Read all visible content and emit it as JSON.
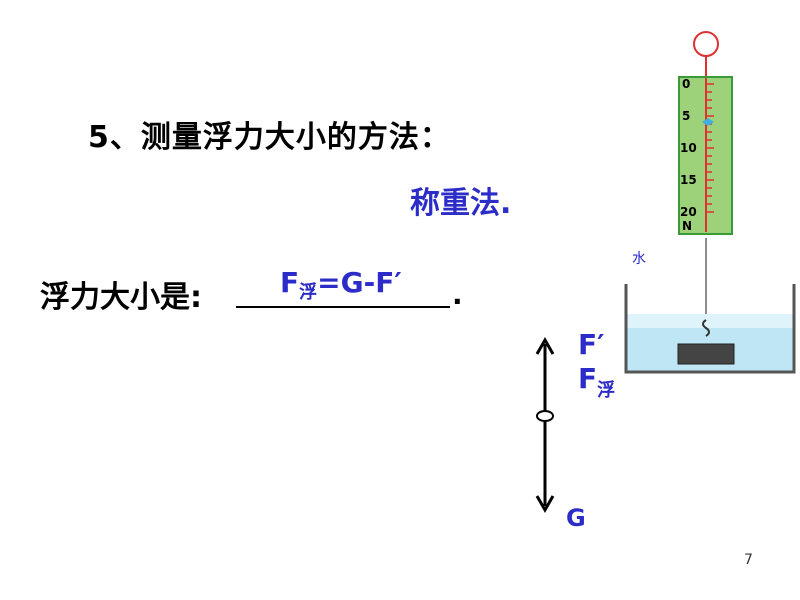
{
  "heading": "5、测量浮力大小的方法：",
  "method": "称重法.",
  "buoyancy_prompt": "浮力大小是:",
  "buoyancy_end": ".",
  "answer": {
    "main": "F",
    "sub": "浮",
    "rest": "=G-F′"
  },
  "force_labels": {
    "f_prime": "F′",
    "f_buoy_main": "F",
    "f_buoy_sub": "浮",
    "g": "G"
  },
  "water_label": "水",
  "scale_ticks": [
    "0",
    "5",
    "10",
    "15",
    "20"
  ],
  "scale_unit": "N",
  "page_number": "7",
  "colors": {
    "accent": "#2c2cc8",
    "scale_red": "#e03030",
    "scale_green": "#9ed27a",
    "water": "#bfe6f5"
  }
}
